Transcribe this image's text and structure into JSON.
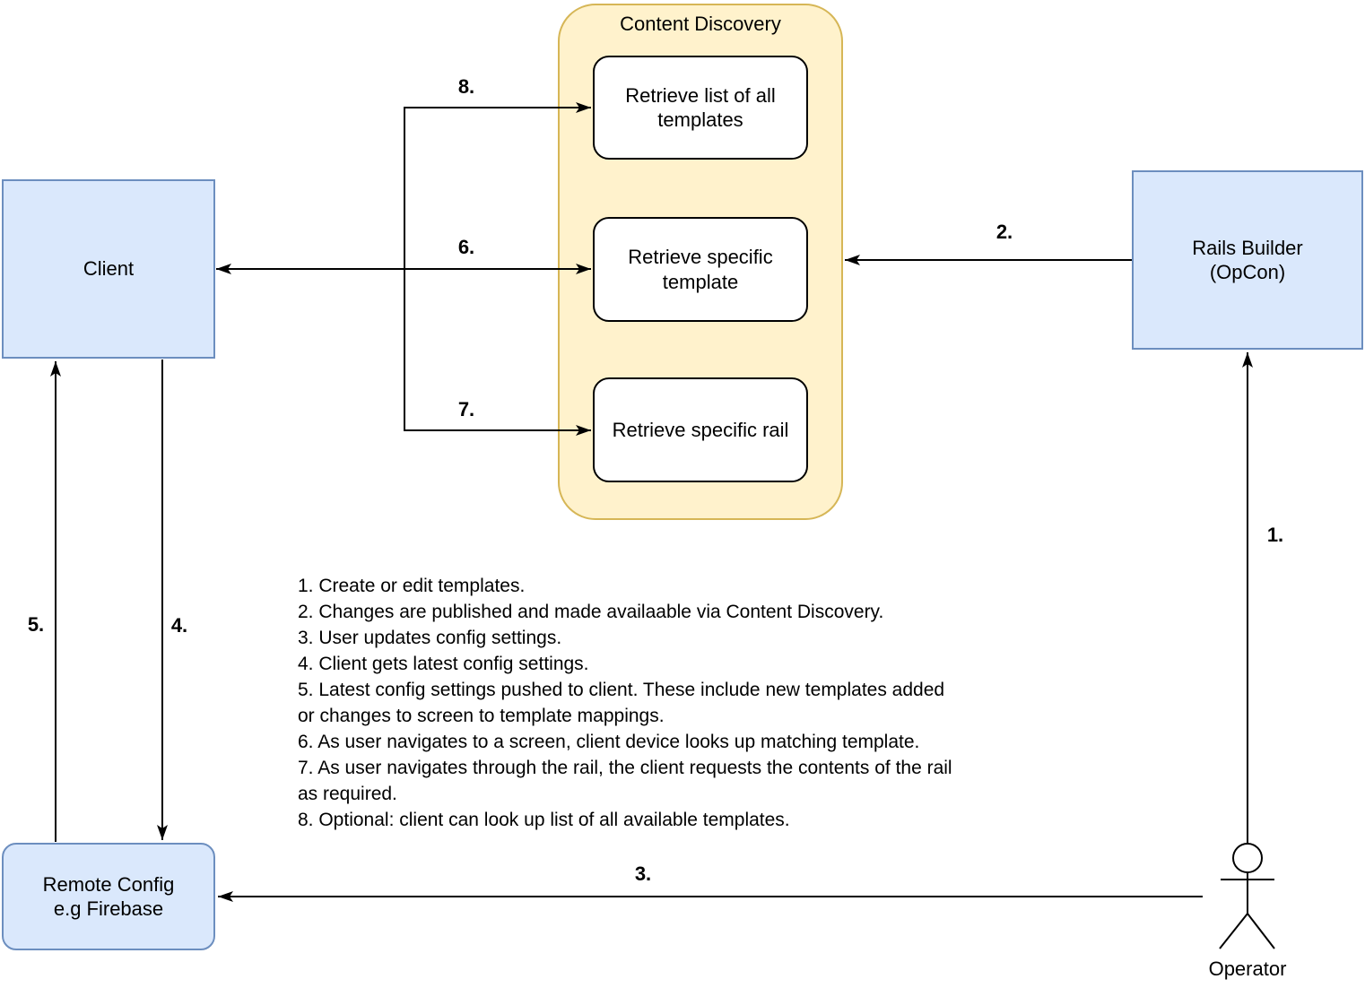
{
  "diagram": {
    "container": {
      "title": "Content Discovery"
    },
    "nodes": {
      "retrieve_list": {
        "label": "Retrieve list of all\ntemplates"
      },
      "retrieve_template": {
        "label": "Retrieve specific\ntemplate"
      },
      "retrieve_rail": {
        "label": "Retrieve specific rail"
      },
      "client": {
        "label": "Client"
      },
      "rails_builder": {
        "label": "Rails Builder\n(OpCon)"
      },
      "remote_config": {
        "label": "Remote Config\ne.g Firebase"
      },
      "operator": {
        "label": "Operator"
      }
    },
    "edge_labels": {
      "e1": "1.",
      "e2": "2.",
      "e3": "3.",
      "e4": "4.",
      "e5": "5.",
      "e6": "6.",
      "e7": "7.",
      "e8": "8."
    },
    "notes": "1. Create or edit templates.\n2. Changes are published and made availaable via Content Discovery.\n3. User updates config settings.\n4. Client gets latest config settings.\n5. Latest config settings pushed to client. These include new templates added\nor changes to screen to template mappings.\n6. As user navigates to a screen, client device looks up matching template.\n7. As user navigates through the rail, the client requests the contents of the rail\nas required.\n8. Optional: client can look up list of all available templates.",
    "colors": {
      "node_fill": "#dae8fc",
      "node_border": "#6c8ebf",
      "container_fill": "#fff2cc",
      "container_border": "#d6b656",
      "box_fill": "#ffffff",
      "line": "#000000"
    }
  }
}
